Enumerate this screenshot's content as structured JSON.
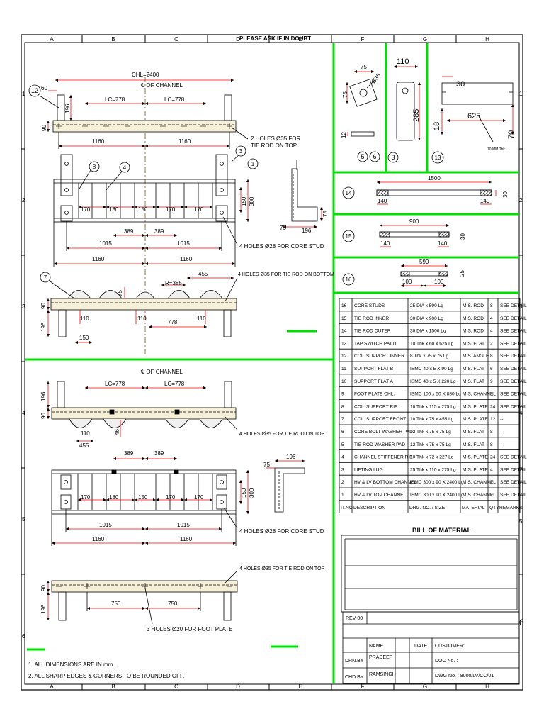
{
  "header": {
    "please_ask": "PLEASE ASK IF IN DOUBT"
  },
  "grid": {
    "cols_top": [
      "A",
      "B",
      "C",
      "D",
      "E",
      "F",
      "G",
      "H"
    ],
    "cols_bottom": [
      "A",
      "B",
      "C",
      "D",
      "E",
      "F",
      "G",
      "H"
    ],
    "rows": [
      "1",
      "2",
      "3",
      "4",
      "5",
      "6"
    ]
  },
  "top_view": {
    "chl": "CHL=2400",
    "cl_channel": "℄ OF CHANNEL",
    "lc_left": "LC=778",
    "lc_right": "LC=778",
    "dim_60": "60",
    "dim_196": "196",
    "dim_90": "90",
    "dim_1160_left": "1160",
    "dim_1160_right": "1160",
    "note_holes35": "2 HOLES Ø35 FOR",
    "note_holes35_b": "TIE ROD ON TOP",
    "callout_12": "12",
    "callout_3": "3",
    "callout_1": "1"
  },
  "front_view": {
    "callout_8": "8",
    "callout_4": "4",
    "dims": [
      "170",
      "180",
      "150",
      "170",
      "170"
    ],
    "dim_150": "150",
    "dim_300": "300",
    "dim_389_l": "389",
    "dim_389_r": "389",
    "dim_1015_l": "1015",
    "dim_1015_r": "1015",
    "dim_1160_l": "1160",
    "dim_1160_r": "1160",
    "note_core": "4 HOLES Ø28 FOR CORE STUD",
    "side_75a": "75",
    "side_196": "196",
    "side_75b": "75"
  },
  "bottom_view": {
    "note": "4 HOLES Ø35 FOR TIE ROD ON BOTTOM",
    "callout_7": "7",
    "r385": "R=385",
    "dim_455": "455",
    "dim_75": "75",
    "dim_90": "90",
    "dim_196": "196",
    "dim_110_l": "110",
    "dim_110_m": "110",
    "dim_110_r": "110",
    "dim_778": "778",
    "dim_150": "150"
  },
  "lower_top": {
    "cl_channel": "℄ OF CHANNEL",
    "lc_left": "LC=778",
    "lc_right": "LC=778",
    "dim_196": "196",
    "dim_90": "90",
    "dim_110": "110",
    "dim_455": "455",
    "dim_46": "46",
    "note": "4 HOLES Ø35 FOR TIE ROD ON TOP"
  },
  "lower_front": {
    "dim_389_l": "389",
    "dim_389_r": "389",
    "dims": [
      "170",
      "180",
      "150",
      "170",
      "170"
    ],
    "dim_150": "150",
    "dim_300": "300",
    "dim_1015_l": "1015",
    "dim_1015_r": "1015",
    "dim_1160_l": "1160",
    "dim_1160_r": "1160",
    "note": "4 HOLES Ø28 FOR CORE STUD",
    "side_196": "196",
    "side_75": "75"
  },
  "lower_bottom": {
    "note": "4 HOLES Ø35 FOR TIE ROD ON TOP",
    "dim_90": "90",
    "dim_196": "196",
    "dim_750_l": "750",
    "dim_750_r": "750",
    "note_foot": "3 HOLES Ø20 FOR FOOT PLATE"
  },
  "notes": [
    "1. ALL DIMENSIONS ARE IN mm.",
    "2. ALL SHARP EDGES & CORNERS TO BE ROUNDED OFF."
  ],
  "details": {
    "d56": {
      "dim_75a": "75",
      "dim_75b": "75",
      "dia": "Ø35",
      "dim_12": "12",
      "c5": "5",
      "c6": "6"
    },
    "d3": {
      "dim_110": "110",
      "dim_285": "285",
      "c3": "3"
    },
    "d13": {
      "dim_30": "30",
      "dim_18": "18",
      "dim_625": "625",
      "dim_70": "70",
      "thk": "10 MM Thk.",
      "c13": "13"
    },
    "d14": {
      "len": "1500",
      "end_l": "140",
      "end_r": "140",
      "dia": "30",
      "c": "14"
    },
    "d15": {
      "len": "900",
      "end_l": "140",
      "end_r": "140",
      "dia": "30",
      "c": "15"
    },
    "d16": {
      "len": "590",
      "end_l": "100",
      "end_r": "100",
      "dia": "25",
      "c": "16"
    }
  },
  "bom": {
    "rows": [
      [
        "16",
        "CORE STUDS",
        "25 DIA x 590 Lg",
        "M.S. ROD",
        "8",
        "SEE DETAIL"
      ],
      [
        "15",
        "TIE ROD INNER",
        "30 DIA x 900 Lg",
        "M.S. ROD",
        "4",
        "SEE DETAIL"
      ],
      [
        "14",
        "TIE ROD OUTER",
        "30 DIA x 1500 Lg",
        "M.S. ROD",
        "4",
        "SEE DETAIL"
      ],
      [
        "13",
        "TAP SWITCH PATTI",
        "10 Thk x 60 x 625 Lg",
        "M.S. FLAT",
        "2",
        "SEE DETAIL"
      ],
      [
        "12",
        "COIL SUPPORT INNER",
        "8 Thk x 75 x 75 Lg",
        "M.S. ANGLE",
        "8",
        "SEE DETAIL"
      ],
      [
        "11",
        "SUPPORT FLAT B",
        "ISMC 40 x 5 X 90 Lg",
        "M.S. FLAT",
        "6",
        "SEE DETAIL"
      ],
      [
        "10",
        "SUPPORT FLAT A",
        "ISMC 40 x 5 X 220 Lg",
        "M.S. FLAT",
        "9",
        "SEE DETAIL"
      ],
      [
        "9",
        "FOOT PLATE CHL.",
        "ISMC 100 x 50 X 880 Lg",
        "M.S. CHANNEL",
        "3",
        "SEE DETAIL"
      ],
      [
        "8",
        "COIL SUPPORT RIB",
        "10 Thk x 115 x 275 Lg",
        "M.S. PLATE",
        "24",
        "SEE DETAIL"
      ],
      [
        "7",
        "COIL SUPPORT FRONT",
        "10 Thk x 75 x 455 Lg",
        "M.S. PLATE",
        "12",
        "--"
      ],
      [
        "6",
        "CORE BOLT WASHER PAD",
        "12 Thk x 75 x 75 Lg",
        "M.S. FLAT",
        "8",
        "--"
      ],
      [
        "5",
        "TIE ROD WASHER PAD",
        "12 Thk x 75 x 75 Lg",
        "M.S. FLAT",
        "8",
        "--"
      ],
      [
        "4",
        "CHANNEL STIFFENER RIB",
        "10 Thk x 72 x 227 Lg",
        "M.S. PLATE",
        "24",
        "SEE DETAIL"
      ],
      [
        "3",
        "LIFTING LUG",
        "25 Thk x 110 x 275 Lg",
        "M.S. PLATE",
        "4",
        "SEE DETAIL"
      ],
      [
        "2",
        "HV & LV BOTTOM CHANNEL",
        "ISMC 300 x 90 X 2400 Lg",
        "M.S. CHANNEL",
        "2",
        "SEE DETAIL"
      ],
      [
        "1",
        "HV & LV TOP CHANNEL",
        "ISMC 300 x 90 X 2400 Lg",
        "M.S. CHANNEL",
        "2",
        "SEE DETAIL"
      ]
    ],
    "header": [
      "IT.NO.",
      "DESCRIPTION",
      "DRG. NO. / SIZE",
      "MATERIAL",
      "QTY.",
      "REMARKS"
    ],
    "title": "BILL OF MATERIAL"
  },
  "title_block": {
    "rev": "REV-00",
    "name": "NAME",
    "date": "DATE",
    "customer": "CUSTOMER:",
    "drn_by": "DRN.BY",
    "drn_name": "PRADEEP",
    "doc_no": "DOC No. :",
    "chd_by": "CHD.BY",
    "chd_name": "RAMSINGH",
    "dwg_no": "DWG No. : 8000/LV/CC/01"
  },
  "colors": {
    "frame": "#00e000",
    "dim": "#ff0000",
    "line": "#000000",
    "centerline": "#6b3b00"
  }
}
